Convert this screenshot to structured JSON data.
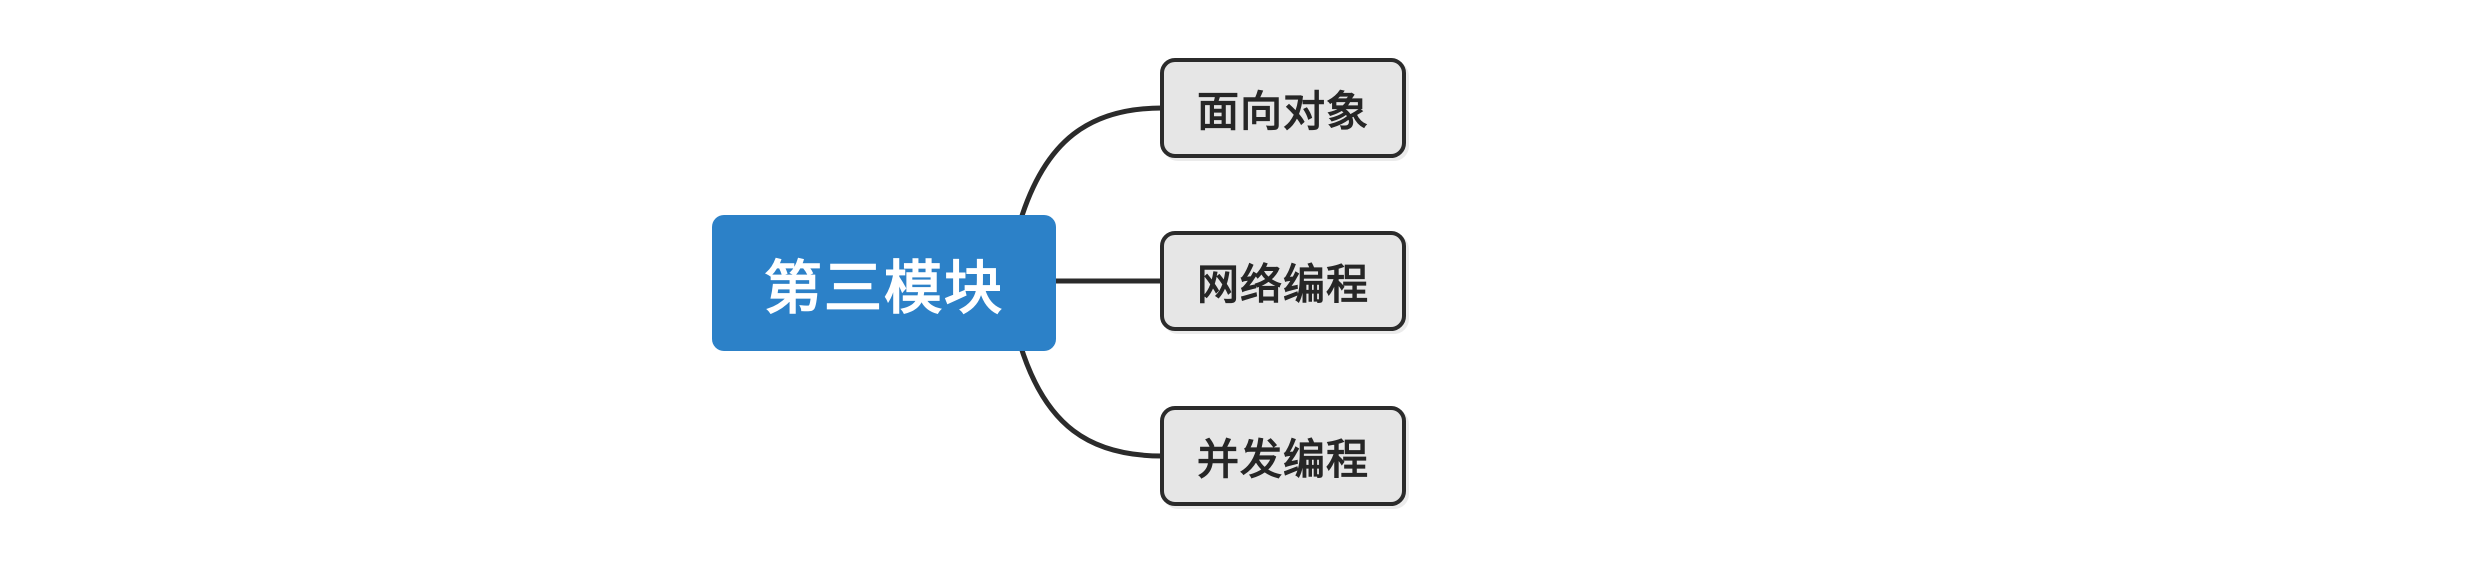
{
  "mindmap": {
    "root": {
      "label": "第三模块"
    },
    "children": [
      {
        "label": "面向对象"
      },
      {
        "label": "网络编程"
      },
      {
        "label": "并发编程"
      }
    ],
    "colors": {
      "background": "#FFFFFF",
      "root_fill": "#2C81C8",
      "root_text": "#FFFFFF",
      "child_fill": "#E6E6E6",
      "child_border": "#2B2B2B",
      "child_text": "#262626",
      "connector": "#2B2B2B"
    }
  }
}
